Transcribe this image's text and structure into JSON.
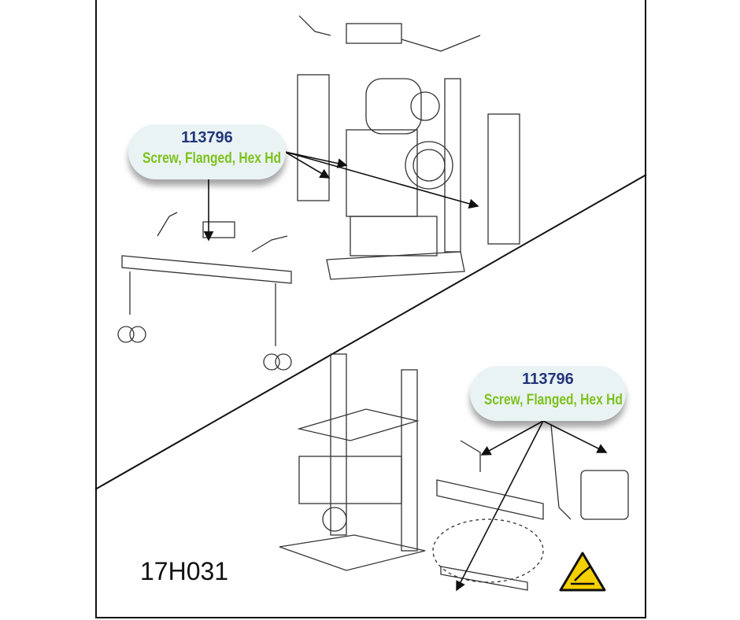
{
  "callouts": [
    {
      "part_number": "113796",
      "description": "Screw, Flanged, Hex Hd"
    },
    {
      "part_number": "113796",
      "description": "Screw, Flanged, Hex Hd"
    }
  ],
  "figure_id": "17H031",
  "warning_icon": "hot-surface-warning-icon",
  "colors": {
    "part_number": "#23367a",
    "description": "#7cc21c",
    "callout_bg": "#eaf3f4",
    "warning": "#f4d000"
  }
}
